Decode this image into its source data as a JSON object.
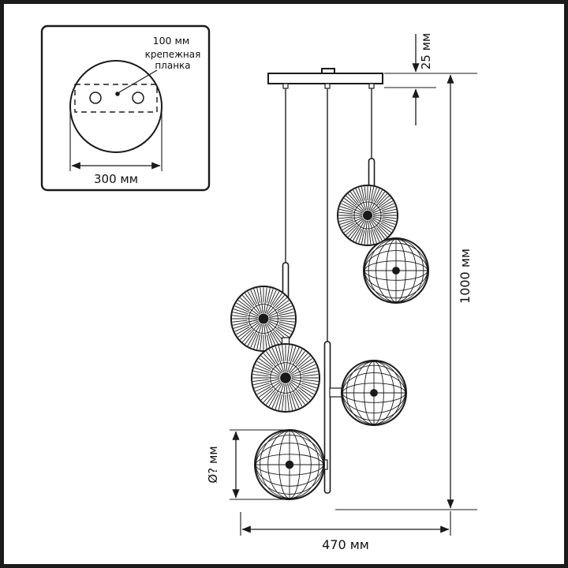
{
  "diagram": {
    "kind": "pendant-light-dimension-drawing",
    "line_color": "#1a1a1a",
    "background": "#ffffff"
  },
  "inset": {
    "hole_spacing_label": "100 мм",
    "bracket_label_line1": "крепежная",
    "bracket_label_line2": "планка",
    "canopy_width_label": "300 мм"
  },
  "dimensions": {
    "canopy_height_label": "25 мм",
    "overall_height_label": "1000 мм",
    "overall_width_label": "470 мм",
    "shade_diameter_label": "Ø? мм"
  }
}
